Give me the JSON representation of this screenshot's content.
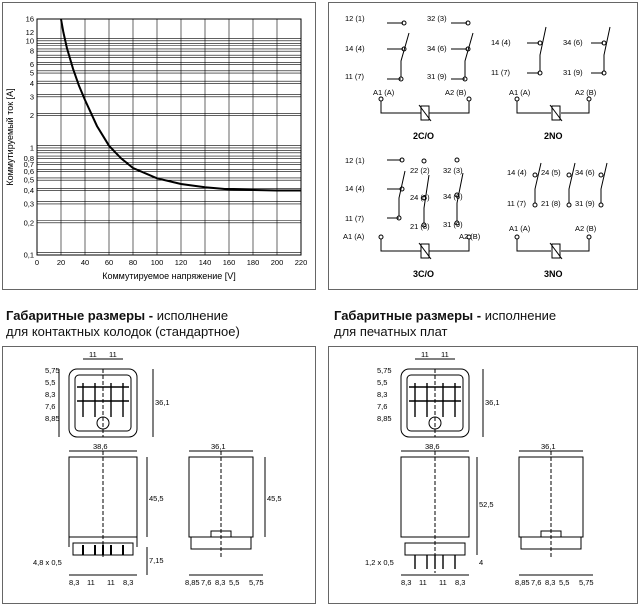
{
  "chart_data": {
    "type": "line",
    "xlabel": "Коммутируемое напряжение [V]",
    "ylabel": "Коммутируемый ток [A]",
    "x_ticks": [
      "0",
      "20",
      "40",
      "60",
      "80",
      "100",
      "120",
      "140",
      "160",
      "180",
      "200",
      "220"
    ],
    "y_ticks": [
      "0,1",
      "0,2",
      "0,3",
      "0,4",
      "0,5",
      "0,6",
      "0,7",
      "0,8",
      "1",
      "2",
      "3",
      "4",
      "5",
      "6",
      "8",
      "10",
      "12",
      "16"
    ],
    "xlim": [
      0,
      220
    ],
    "ylim": [
      0.1,
      16
    ],
    "y_scale": "log",
    "series": [
      {
        "x": [
          20,
          22,
          25,
          30,
          35,
          40,
          50,
          60,
          70,
          80,
          100,
          120,
          140,
          160,
          180,
          200,
          220
        ],
        "y": [
          16,
          12,
          8.5,
          5.5,
          3.8,
          2.8,
          1.6,
          1.05,
          0.8,
          0.65,
          0.52,
          0.46,
          0.43,
          0.41,
          0.405,
          0.4,
          0.4
        ]
      }
    ]
  },
  "schematics": {
    "c2co": {
      "name": "2C/O",
      "pins": [
        "12 (1)",
        "14 (4)",
        "11 (7)",
        "32 (3)",
        "34 (6)",
        "31 (9)",
        "A1 (A)",
        "A2 (B)"
      ]
    },
    "no2": {
      "name": "2NO",
      "pins": [
        "14 (4)",
        "11 (7)",
        "34 (6)",
        "31 (9)",
        "A1 (A)",
        "A2 (B)"
      ]
    },
    "c3co": {
      "name": "3C/O",
      "pins": [
        "12 (1)",
        "14 (4)",
        "11 (7)",
        "22 (2)",
        "24 (5)",
        "21 (8)",
        "32 (3)",
        "34 (6)",
        "31 (9)",
        "A1 (A)",
        "A2 (B)"
      ]
    },
    "no3": {
      "name": "3NO",
      "pins": [
        "14 (4)",
        "11 (7)",
        "24 (5)",
        "21 (8)",
        "34 (6)",
        "31 (9)",
        "A1 (A)",
        "A2 (B)"
      ]
    }
  },
  "headings": {
    "left": {
      "bold": "Габаритные размеры -",
      "rest": " исполнение",
      "line2": "для контактных колодок (стандартное)"
    },
    "right": {
      "bold": "Габаритные размеры -",
      "rest": " исполнение",
      "line2": "для печатных плат"
    }
  },
  "dims_left": {
    "top_w": "11",
    "top_w2": "11",
    "side": [
      "5,75",
      "5,5",
      "8,3",
      "7,6",
      "8,85"
    ],
    "height_top": "36,1",
    "front_w": "38,6",
    "front_h": "45,5",
    "pin": "4,8 x 0,5",
    "bottom": [
      "8,3",
      "11",
      "11",
      "8,3"
    ],
    "bottom_h": "7,15",
    "side_w": "36,1",
    "side_h": "45,5",
    "side_bottom": [
      "8,85",
      "7,6",
      "8,3",
      "5,5",
      "5,75"
    ]
  },
  "dims_right": {
    "top_w": "11",
    "top_w2": "11",
    "side": [
      "5,75",
      "5,5",
      "8,3",
      "7,6",
      "8,85"
    ],
    "height_top": "36,1",
    "front_w": "38,6",
    "front_h": "52,5",
    "pin": "1,2 x 0,5",
    "bottom": [
      "8,3",
      "11",
      "11",
      "8,3"
    ],
    "bottom_h": "4",
    "side_w": "36,1",
    "side_bottom": [
      "8,85",
      "7,6",
      "8,3",
      "5,5",
      "5,75"
    ]
  }
}
